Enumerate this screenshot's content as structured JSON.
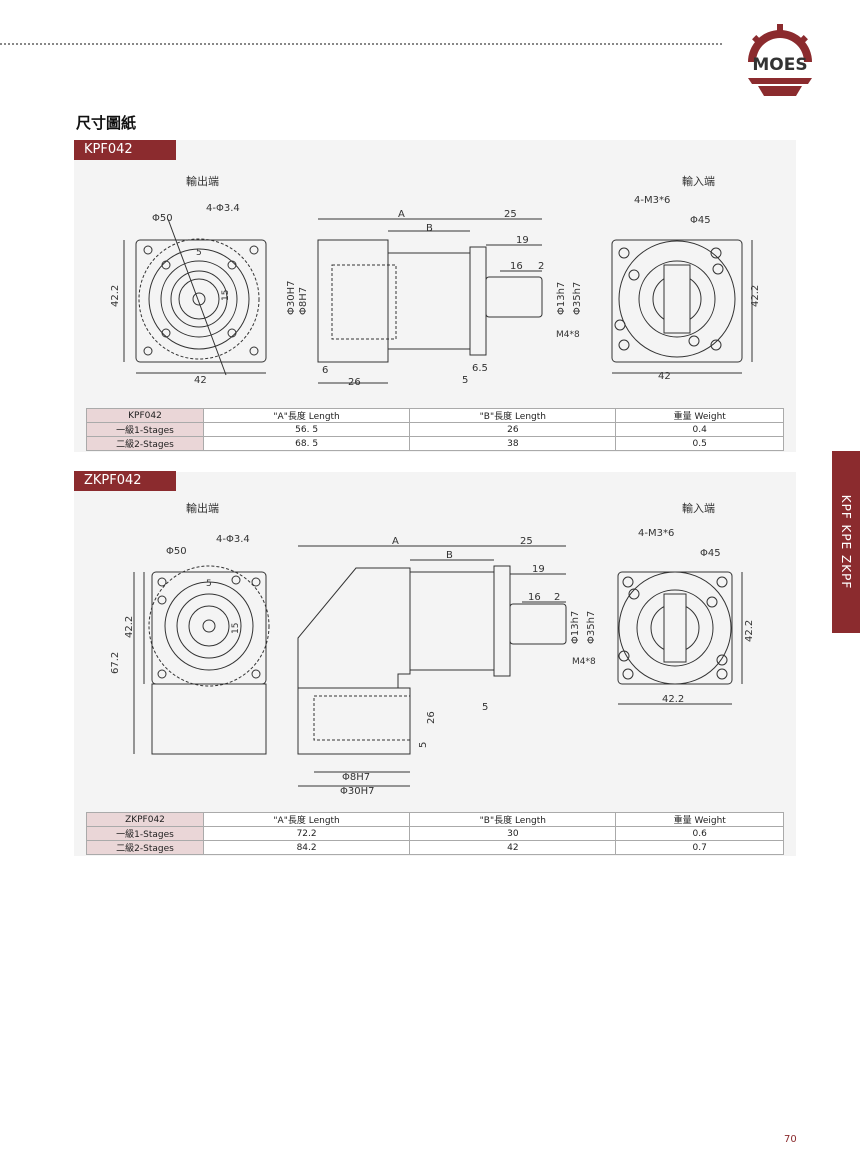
{
  "brand": {
    "logo_text": "MOES",
    "accent": "#8b2b2e"
  },
  "section_title": "尺寸圖紙",
  "side_tab": "KPF KPE ZKPF",
  "page_number": "70",
  "kpf": {
    "model": "KPF042",
    "output_label": "輸出端",
    "input_label": "輸入端",
    "dims": {
      "phi50": "Φ50",
      "holes4": "4-Φ3.4",
      "d5": "5",
      "d15": "15",
      "d422": "42.2",
      "d42": "42",
      "dA": "A",
      "dB": "B",
      "d25": "25",
      "d19": "19",
      "d16": "16",
      "d2": "2",
      "phi30": "Φ30H7",
      "phi8": "Φ8H7",
      "phi13": "Φ13h7",
      "phi35": "Φ35h7",
      "m4": "M4*8",
      "d6": "6",
      "d26": "26",
      "d5b": "5",
      "d65": "6.5",
      "m3": "4-M3*6",
      "phi45": "Φ45",
      "d422r": "42.2",
      "d42r": "42"
    },
    "table": {
      "headers": [
        "KPF042",
        "\"A\"長度 Length",
        "\"B\"長度 Length",
        "重量 Weight"
      ],
      "rows": [
        [
          "一級1-Stages",
          "56. 5",
          "26",
          "0.4"
        ],
        [
          "二級2-Stages",
          "68. 5",
          "38",
          "0.5"
        ]
      ]
    }
  },
  "zkpf": {
    "model": "ZKPF042",
    "output_label": "輸出端",
    "input_label": "輸入端",
    "dims": {
      "phi50": "Φ50",
      "holes4": "4-Φ3.4",
      "d5": "5",
      "d15": "15",
      "d422": "42.2",
      "d672": "67.2",
      "dA": "A",
      "dB": "B",
      "d25": "25",
      "d19": "19",
      "d16": "16",
      "d2": "2",
      "phi13": "Φ13h7",
      "phi35": "Φ35h7",
      "m4": "M4*8",
      "d5a": "5",
      "d26": "26",
      "d5b": "5",
      "phi8": "Φ8H7",
      "phi30": "Φ30H7",
      "m3": "4-M3*6",
      "phi45": "Φ45",
      "d422r": "42.2",
      "d422b": "42.2"
    },
    "table": {
      "headers": [
        "ZKPF042",
        "\"A\"長度 Length",
        "\"B\"長度 Length",
        "重量 Weight"
      ],
      "rows": [
        [
          "一級1-Stages",
          "72.2",
          "30",
          "0.6"
        ],
        [
          "二級2-Stages",
          "84.2",
          "42",
          "0.7"
        ]
      ]
    }
  }
}
